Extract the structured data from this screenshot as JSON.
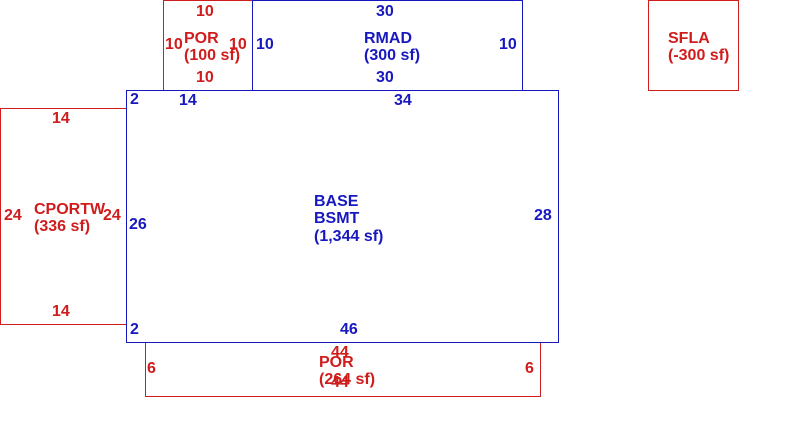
{
  "colors": {
    "red": "#d01c1c",
    "blue": "#1818c0",
    "background": "#ffffff"
  },
  "areas": {
    "por_top": {
      "name": "POR",
      "area": "(100 sf)",
      "dims": {
        "top": "10",
        "bottom": "10",
        "left": "10",
        "right": "10"
      }
    },
    "rmad": {
      "name": "RMAD",
      "area": "(300 sf)",
      "dims": {
        "top": "30",
        "bottom": "30",
        "left": "10",
        "right": "10"
      }
    },
    "sfla": {
      "name": "SFLA",
      "area": "(-300 sf)"
    },
    "base": {
      "name1": "BASE",
      "name2": "BSMT",
      "area": "(1,344 sf)",
      "dims": {
        "top_left": "14",
        "top_right": "34",
        "corner_top": "2",
        "corner_bottom": "2",
        "left": "26",
        "right": "28",
        "bottom": "46"
      }
    },
    "cportw": {
      "name": "CPORTW",
      "area": "(336 sf)",
      "dims": {
        "top": "14",
        "bottom": "14",
        "left": "24",
        "right": "24"
      }
    },
    "por_bottom": {
      "name": "POR",
      "area": "(264 sf)",
      "dims": {
        "top": "44",
        "bottom": "44",
        "left": "6",
        "right": "6"
      }
    }
  }
}
